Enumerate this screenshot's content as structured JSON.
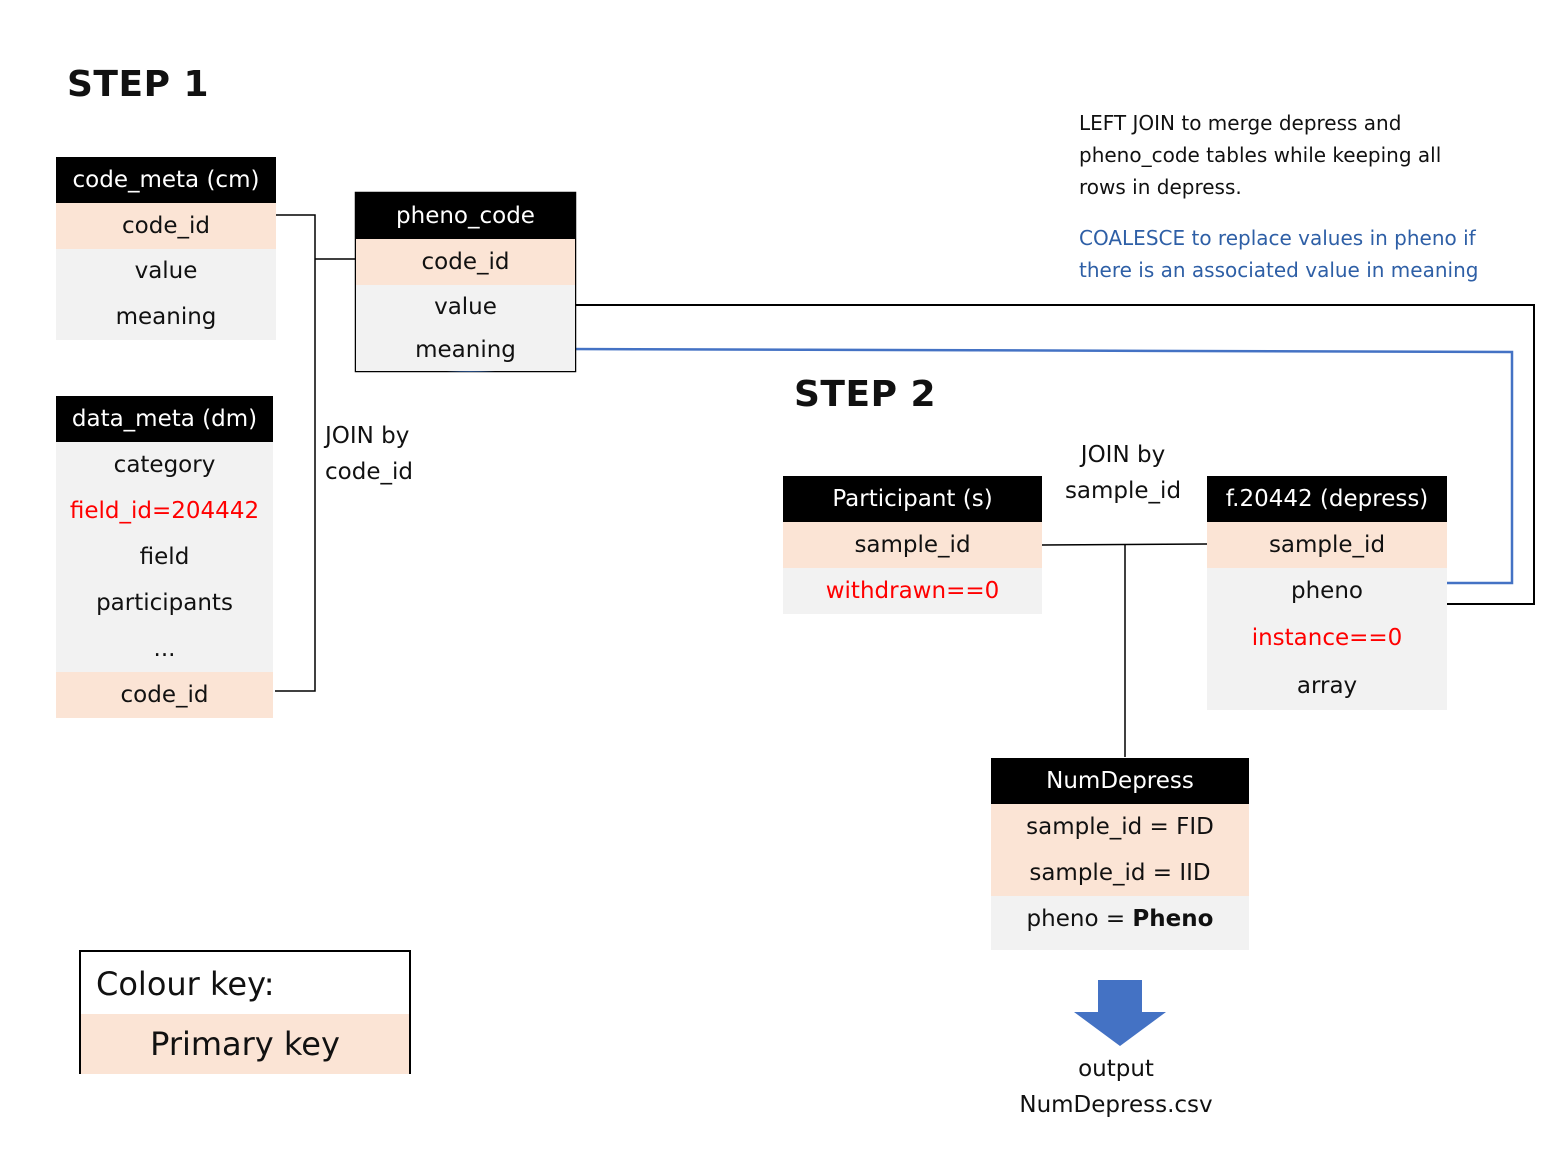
{
  "step1": "STEP 1",
  "step2": "STEP 2",
  "code_meta": {
    "header": "code_meta (cm)",
    "rows": [
      "code_id",
      "value",
      "meaning"
    ]
  },
  "data_meta": {
    "header": "data_meta (dm)",
    "rows": [
      "category",
      "field_id=204442",
      "field",
      "participants",
      "...",
      "code_id"
    ]
  },
  "pheno_code": {
    "header": "pheno_code",
    "rows": [
      "code_id",
      "value",
      "meaning"
    ]
  },
  "join_code": {
    "line1": "JOIN by",
    "line2": "code_id"
  },
  "note_left_join": {
    "line1": "LEFT JOIN to merge depress and",
    "line2": "pheno_code tables while keeping all",
    "line3": "rows in depress."
  },
  "note_coalesce": {
    "line1": "COALESCE to replace values in pheno if",
    "line2": "there is an associated value in meaning"
  },
  "join_sample": {
    "line1": "JOIN by",
    "line2": "sample_id"
  },
  "participant": {
    "header": "Participant (s)",
    "rows": [
      "sample_id",
      "withdrawn==0"
    ]
  },
  "depress": {
    "header": "f.20442 (depress)",
    "rows": [
      "sample_id",
      "pheno",
      "instance==0",
      "array"
    ]
  },
  "numdepress": {
    "header": "NumDepress",
    "rows": [
      "sample_id = FID",
      "sample_id = IID"
    ],
    "pheno_prefix": "pheno = ",
    "pheno_bold": "Pheno"
  },
  "output": {
    "line1": "output",
    "line2": "NumDepress.csv"
  },
  "colour_key": {
    "title": "Colour key:",
    "primary": "Primary key"
  },
  "colors": {
    "primary_key": "#fbe4d5",
    "non_key": "#f2f2f2",
    "highlight": "#ff0000",
    "coalesce": "#4472c4",
    "header": "#000000"
  }
}
